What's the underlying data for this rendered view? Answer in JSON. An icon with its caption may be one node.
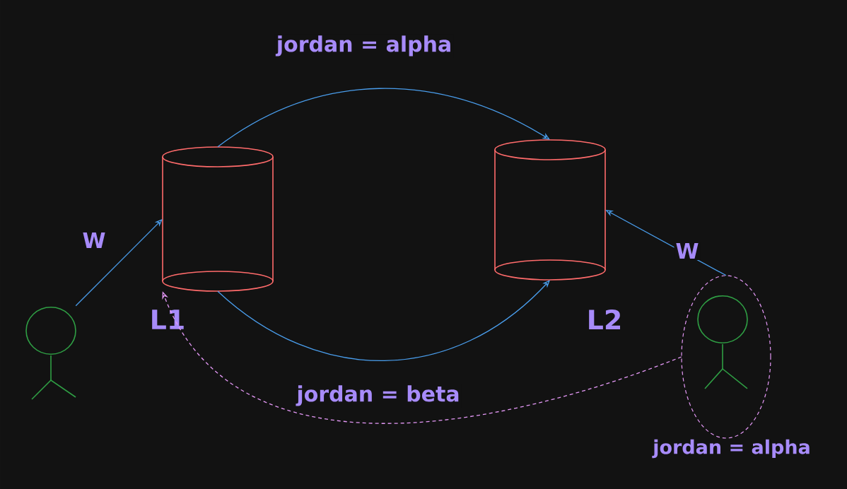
{
  "diagram": {
    "nodes": [
      {
        "text": [
          "L1"
        ]
      },
      {
        "text": [
          "L2"
        ]
      },
      {
        "text": [],
        "shape": "person"
      },
      {
        "text": [
          "jordan = alpha"
        ]
      },
      {
        "text": [],
        "shape": "person",
        "in": 3
      }
    ],
    "edges": [
      {
        "from": 0,
        "to": 1,
        "arrow": "to",
        "label": "jordan = alpha"
      },
      {
        "from": 0,
        "to": 1,
        "arrow": "to",
        "label": "jordan = beta"
      },
      {
        "from": 2,
        "to": 0,
        "arrow": "to",
        "label": "W"
      },
      {
        "from": 3,
        "to": 1,
        "arrow": "to",
        "label": "W"
      },
      {
        "from": 3,
        "to": 0,
        "arrow": "to",
        "style": "dashed",
        "color": "#e599f7"
      }
    ]
  }
}
